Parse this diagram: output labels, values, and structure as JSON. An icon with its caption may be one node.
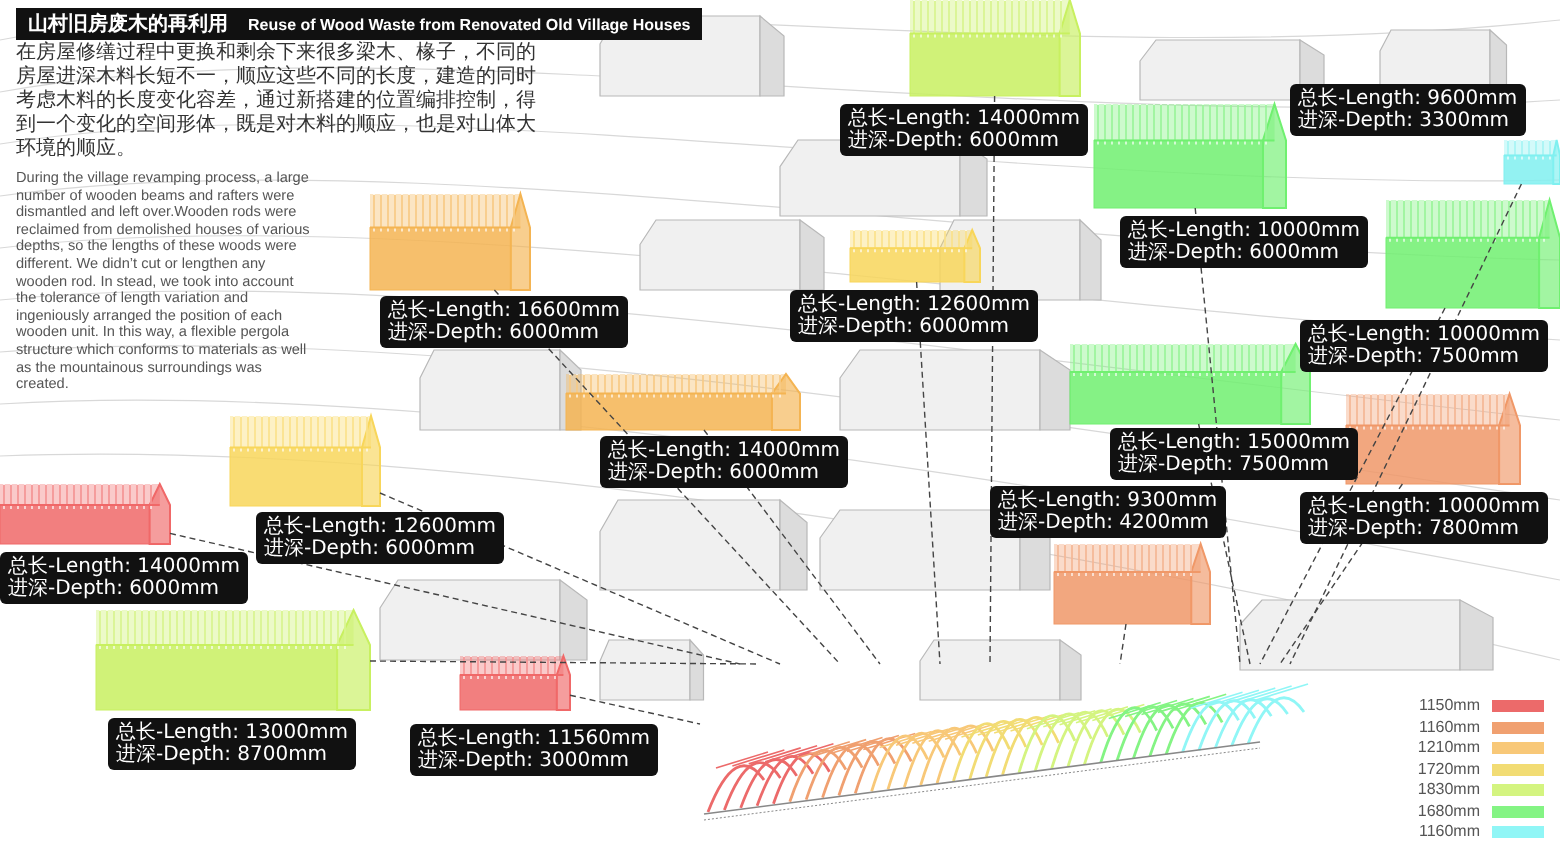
{
  "diagram": {
    "title": "山村旧房废木的再利用",
    "nodes": [
      {
        "text": [],
        "shape": "picture",
        "beside": [
          "总长-Length: 14000mm",
          "进深-Depth: 6000mm"
        ]
      },
      {
        "text": [],
        "shape": "picture",
        "beside": [
          "总长-Length: 9600mm",
          "进深-Depth: 3300mm"
        ]
      },
      {
        "text": [],
        "shape": "picture",
        "beside": [
          "总长-Length: 10000mm",
          "进深-Depth: 6000mm"
        ]
      },
      {
        "text": [],
        "shape": "picture",
        "beside": [
          "总长-Length: 16600mm",
          "进深-Depth: 6000mm"
        ]
      },
      {
        "text": [],
        "shape": "picture",
        "beside": [
          "总长-Length: 12600mm",
          "进深-Depth: 6000mm"
        ]
      },
      {
        "text": [],
        "shape": "picture",
        "beside": [
          "总长-Length: 10000mm",
          "进深-Depth: 7500mm"
        ]
      },
      {
        "text": [],
        "shape": "picture",
        "beside": [
          "总长-Length: 15000mm",
          "进深-Depth: 7500mm"
        ]
      },
      {
        "text": [],
        "shape": "picture",
        "beside": [
          "总长-Length: 14000mm",
          "进深-Depth: 6000mm"
        ]
      },
      {
        "text": [],
        "shape": "picture",
        "beside": [
          "总长-Length: 10000mm",
          "进深-Depth: 7800mm"
        ]
      },
      {
        "text": [],
        "shape": "picture",
        "beside": [
          "总长-Length: 12600mm",
          "进深-Depth: 6000mm"
        ]
      },
      {
        "text": [],
        "shape": "picture",
        "beside": [
          "总长-Length: 14000mm",
          "进深-Depth: 6000mm"
        ]
      },
      {
        "text": [],
        "shape": "picture",
        "beside": [
          "总长-Length: 9300mm",
          "进深-Depth: 4200mm"
        ]
      },
      {
        "text": [],
        "shape": "picture",
        "beside": [
          "总长-Length: 13000mm",
          "进深-Depth: 8700mm"
        ]
      },
      {
        "text": [],
        "shape": "picture",
        "beside": [
          "总长-Length: 11560mm",
          "进深-Depth: 3000mm"
        ]
      },
      {
        "text": [],
        "shape": "picture"
      }
    ],
    "edges": [
      {
        "from": 0,
        "to": 14,
        "arrow": "none",
        "style": "dashed"
      },
      {
        "from": 1,
        "to": 14,
        "arrow": "none",
        "style": "dashed"
      },
      {
        "from": 2,
        "to": 14,
        "arrow": "none",
        "style": "dashed"
      },
      {
        "from": 3,
        "to": 14,
        "arrow": "none",
        "style": "dashed"
      },
      {
        "from": 4,
        "to": 14,
        "arrow": "none",
        "style": "dashed"
      },
      {
        "from": 5,
        "to": 14,
        "arrow": "none",
        "style": "dashed"
      },
      {
        "from": 6,
        "to": 14,
        "arrow": "none",
        "style": "dashed"
      },
      {
        "from": 7,
        "to": 14,
        "arrow": "none",
        "style": "dashed"
      },
      {
        "from": 8,
        "to": 14,
        "arrow": "none",
        "style": "dashed"
      },
      {
        "from": 9,
        "to": 14,
        "arrow": "none",
        "style": "dashed"
      },
      {
        "from": 10,
        "to": 14,
        "arrow": "none",
        "style": "dashed"
      },
      {
        "from": 11,
        "to": 14,
        "arrow": "none",
        "style": "dashed"
      },
      {
        "from": 12,
        "to": 14,
        "arrow": "none",
        "style": "dashed"
      },
      {
        "from": 13,
        "to": 14,
        "arrow": "none",
        "style": "dashed"
      }
    ],
    "labels": [
      "Reuse of Wood Waste from Renovated Old Village Houses",
      "在房屋修缮过程中更换和剩余下来很多梁木、椽子，不同的房屋进深木料长短不一，顺应这些不同的长度，建造的同时考虑木料的长度变化容差，通过新搭建的位置编排控制，得到一个变化的空间形体，既是对木料的顺应，也是对山体大环境的顺应。",
      "During the village revamping process, a large number of wooden beams and rafters were dismantled and left over.Wooden rods were reclaimed from demolished houses of various depths, so the lengths of these woods were different. We didn’t cut or lengthen any wooden rod. In stead, we took into account the tolerance of length variation and ingeniously arranged the position of each wooden unit. In this way, a flexible pergola structure which conforms to materials as well as the mountainous surroundings was created."
    ],
    "legend": [
      {
        "text": "1150mm",
        "color": "#ec6a6a"
      },
      {
        "text": "1160mm",
        "color": "#f0a070"
      },
      {
        "text": "1210mm",
        "color": "#f8c878"
      },
      {
        "text": "1720mm",
        "color": "#f2dc74"
      },
      {
        "text": "1830mm",
        "color": "#d4f480"
      },
      {
        "text": "1680mm",
        "color": "#84f484"
      },
      {
        "text": "1160mm",
        "color": "#90f6f6"
      }
    ]
  }
}
